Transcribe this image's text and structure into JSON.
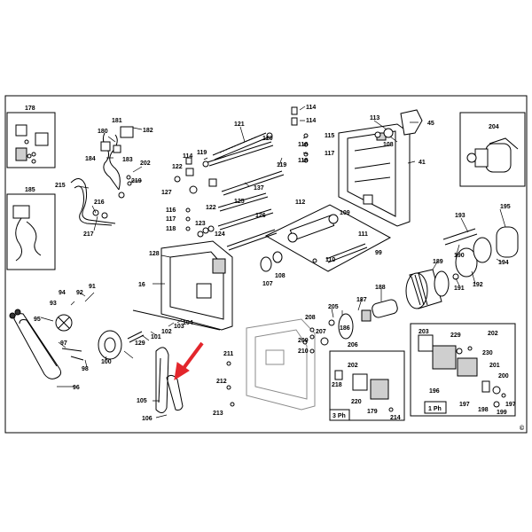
{
  "labels": {
    "l178": "178",
    "l181": "181",
    "l182": "182",
    "l180": "180",
    "l184": "184",
    "l183": "183",
    "l202a": "202",
    "l219": "219",
    "l185": "185",
    "l215": "215",
    "l216": "216",
    "l217": "217",
    "l121": "121",
    "l120": "120",
    "l119a": "119",
    "l119b": "119",
    "l114a": "114",
    "l114b": "114",
    "l115": "115",
    "l116": "116",
    "l117": "117",
    "l118a": "118",
    "l113": "113",
    "l108a": "108",
    "l45": "45",
    "l41": "41",
    "l204": "204",
    "l114c": "114",
    "l122a": "122",
    "l127": "127",
    "l122b": "122",
    "l137": "137",
    "l116b": "116",
    "l117b": "117",
    "l118b": "118",
    "l123": "123",
    "l124": "124",
    "l125": "125",
    "l126": "126",
    "l112": "112",
    "l109": "109",
    "l111": "111",
    "l110": "110",
    "l99": "99",
    "l193": "193",
    "l195": "195",
    "l194": "194",
    "l192": "192",
    "l191": "191",
    "l190": "190",
    "l189": "189",
    "l128": "128",
    "l16": "16",
    "l107": "107",
    "l108b": "108",
    "l188": "188",
    "l187": "187",
    "l186": "186",
    "l205": "205",
    "l94": "94",
    "l92": "92",
    "l91": "91",
    "l93": "93",
    "l95": "95",
    "l103": "103",
    "l104": "104",
    "l101": "101",
    "l102": "102",
    "l97": "97",
    "l98": "98",
    "l129": "129",
    "l100": "100",
    "l96": "96",
    "l105": "105",
    "l106": "106",
    "l208": "208",
    "l207": "207",
    "l209": "209",
    "l210": "210",
    "l206": "206",
    "l211": "211",
    "l212": "212",
    "l213": "213",
    "l202b": "202",
    "l218": "218",
    "l220": "220",
    "l179": "179",
    "l214": "214",
    "l3ph": "3 Ph",
    "l203": "203",
    "l229": "229",
    "l202c": "202",
    "l230": "230",
    "l196": "196",
    "l201": "201",
    "l200": "200",
    "l197a": "197",
    "l197b": "197",
    "l198": "198",
    "l199": "199",
    "l1ph": "1 Ph"
  },
  "colors": {
    "arrow": "#e3262c",
    "line": "#000000",
    "background": "#ffffff"
  },
  "icons": {
    "copyright": "copyright-icon"
  },
  "copyright": "©"
}
